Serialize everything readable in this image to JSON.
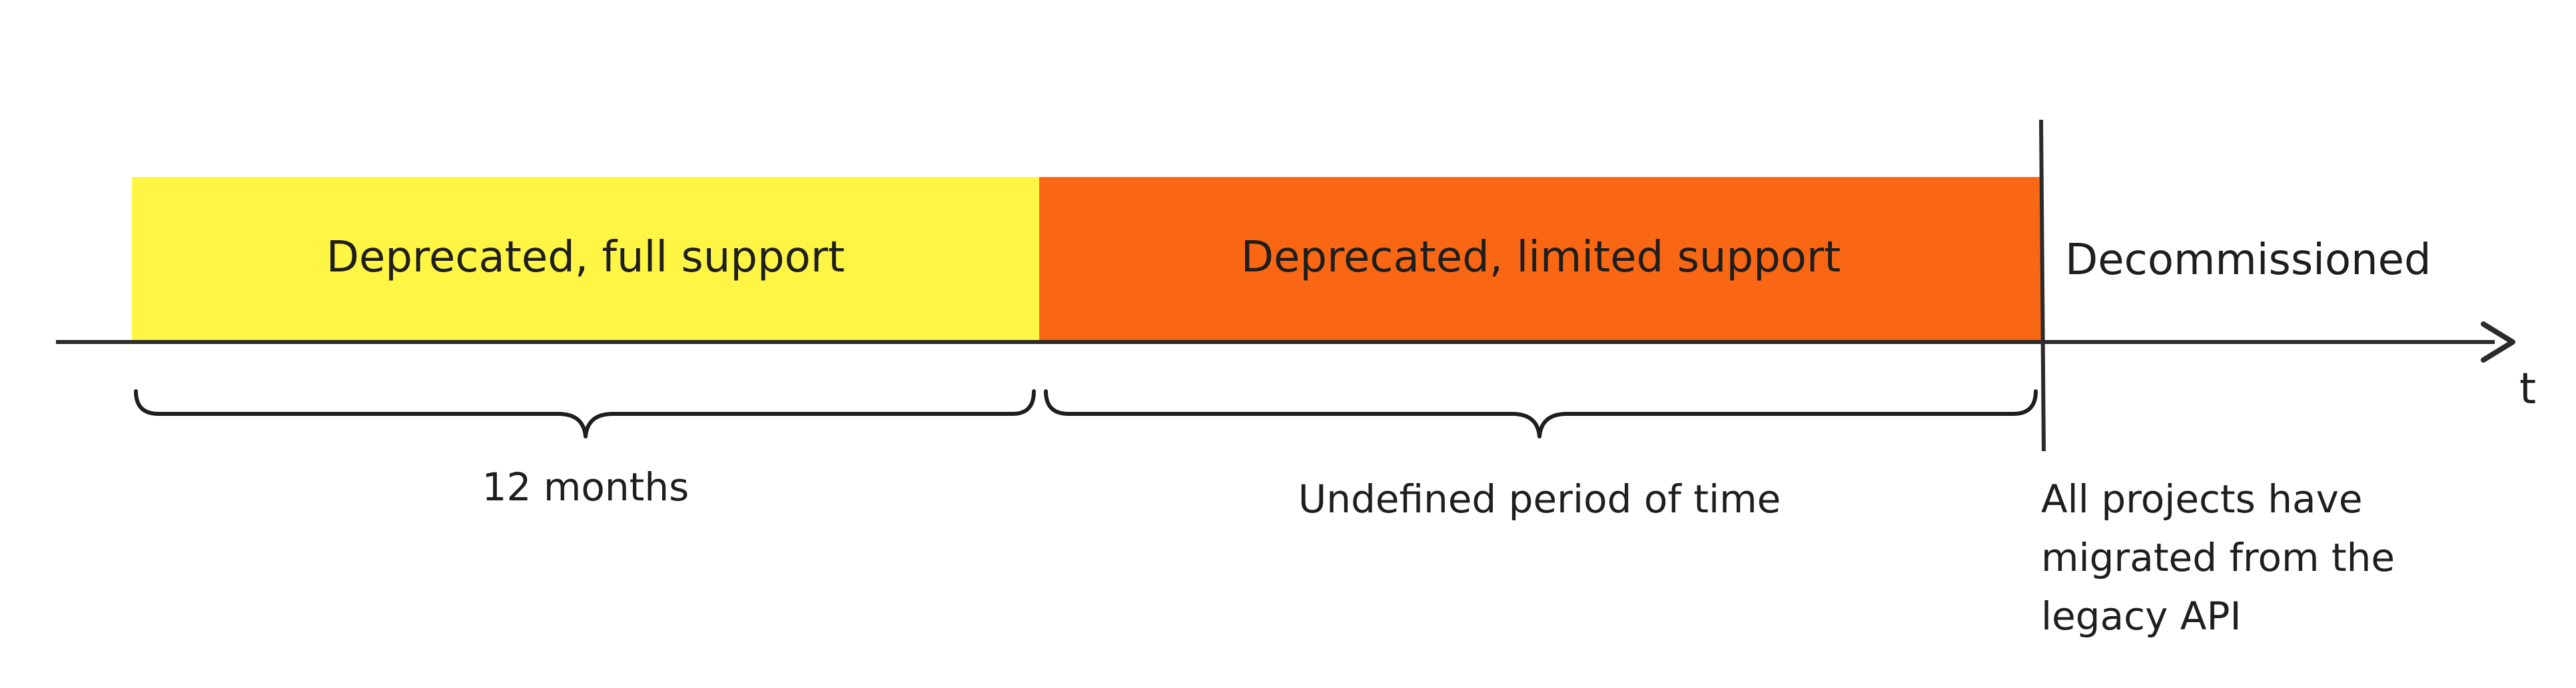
{
  "phases": [
    {
      "label": "Deprecated, full support",
      "color": "#fff544"
    },
    {
      "label": "Deprecated, limited support",
      "color": "#fa6714"
    },
    {
      "label": "Decommissioned",
      "color": "#ffffff"
    }
  ],
  "durations": [
    {
      "label": "12 months"
    },
    {
      "label": "Undefined period of time"
    }
  ],
  "axis": {
    "label": "t",
    "line_color": "#2b2b2b"
  },
  "milestone": {
    "lines": [
      "All projects have",
      "migrated from the",
      "legacy API"
    ]
  }
}
